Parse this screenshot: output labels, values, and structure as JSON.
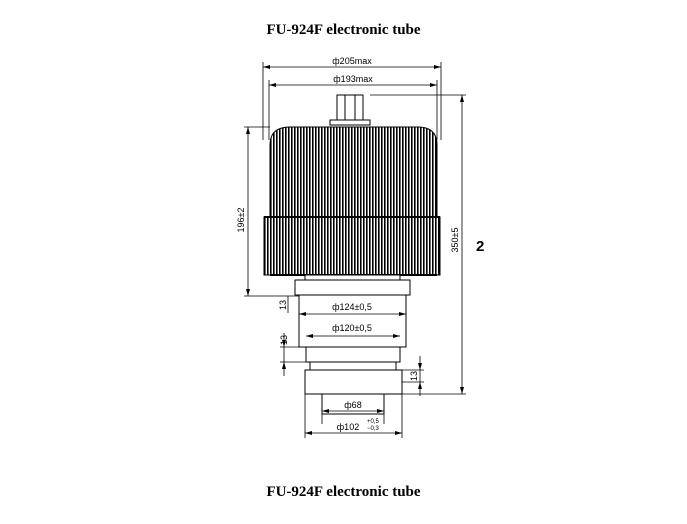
{
  "title_top": "FU-924F electronic tube",
  "title_bottom": "FU-924F electronic tube",
  "reference_number": "2",
  "dimensions": {
    "outer_dia_max": "ф205max",
    "inner_dia_max": "ф193max",
    "body_height": "196±2",
    "total_height": "350±5",
    "ring_dia_124": "ф124±0,5",
    "ring_dia_120": "ф120±0,5",
    "seg_13_a": "13",
    "seg_13_b": "13",
    "seg_13_c": "13",
    "base_dia_68": "ф68",
    "base_dia_102": "ф102",
    "tol_upper": "+0,5",
    "tol_lower": "−0,3"
  }
}
